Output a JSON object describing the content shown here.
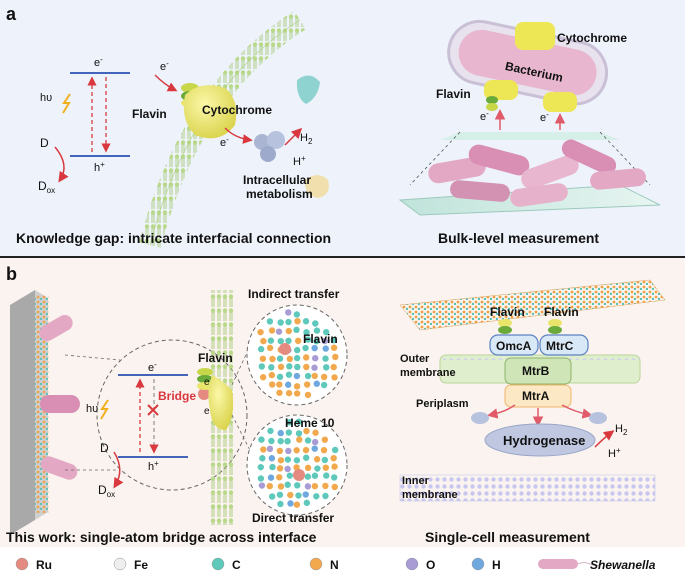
{
  "panel_a": {
    "letter": "a",
    "band_top": "e",
    "band_bottom": "h",
    "superscript_minus": "-",
    "superscript_plus": "+",
    "photon": "hυ",
    "donor": "D",
    "donor_ox_base": "D",
    "donor_ox_sub": "ox",
    "electron": "e",
    "flavin": "Flavin",
    "cytochrome": "Cytochrome",
    "h2_base": "H",
    "h2_sub": "2",
    "proton": "H",
    "metabolism_line1": "Intracellular",
    "metabolism_line2": "metabolism",
    "caption_left": "Knowledge gap: intricate interfacial connection",
    "bacterium": "Bacterium",
    "cytochrome_right": "Cytochrome",
    "flavin_right": "Flavin",
    "caption_right": "Bulk-level measurement"
  },
  "panel_b": {
    "letter": "b",
    "band_top": "e",
    "band_bottom": "h",
    "photon": "hυ",
    "bridge": "Bridge",
    "donor": "D",
    "donor_ox_base": "D",
    "donor_ox_sub": "ox",
    "flavin": "Flavin",
    "indirect": "Indirect transfer",
    "zoom_flavin": "Flavin",
    "heme": "Heme 10",
    "direct": "Direct transfer",
    "caption_left": "This work: single-atom bridge across interface",
    "flavin1": "Flavin",
    "flavin2": "Flavin",
    "omca": "OmcA",
    "mtrc": "MtrC",
    "mtrb": "MtrB",
    "mtra": "MtrA",
    "outer_line1": "Outer",
    "outer_line2": "membrane",
    "periplasm": "Periplasm",
    "hydrogenase": "Hydrogenase",
    "h2_base": "H",
    "h2_sub": "2",
    "proton": "H",
    "inner_line1": "Inner",
    "inner_line2": "membrane",
    "caption_right": "Single-cell measurement"
  },
  "legend": {
    "items": [
      {
        "label": "Ru",
        "color": "#e58a80"
      },
      {
        "label": "Fe",
        "color": "#eeeeee"
      },
      {
        "label": "C",
        "color": "#5ec9bb"
      },
      {
        "label": "N",
        "color": "#f2a94e"
      },
      {
        "label": "O",
        "color": "#a99bd4"
      },
      {
        "label": "H",
        "color": "#6ea8de"
      }
    ],
    "organism": "Shewanella"
  }
}
